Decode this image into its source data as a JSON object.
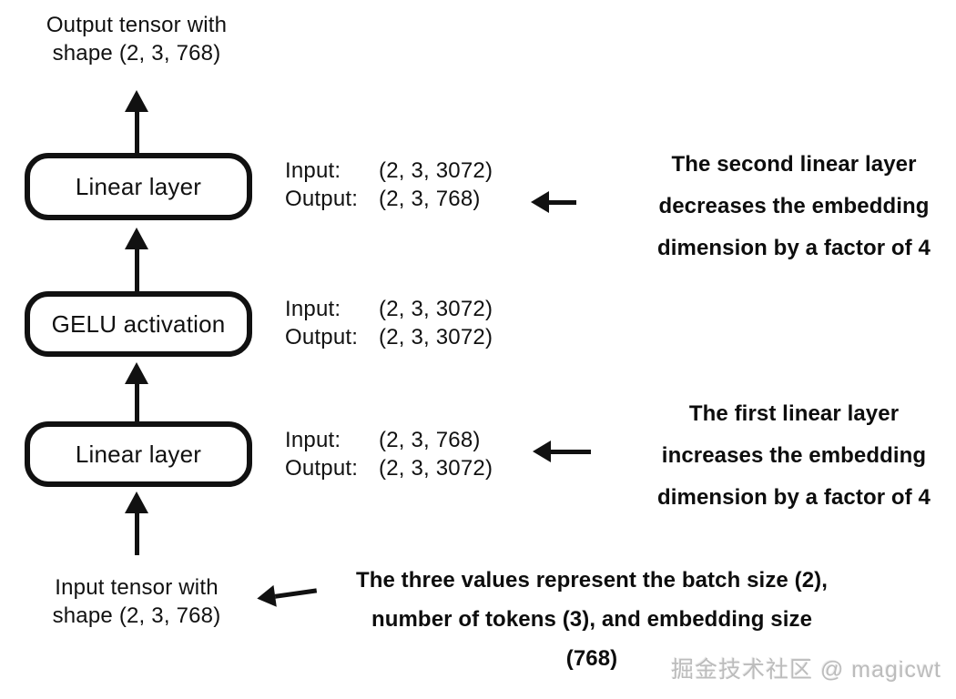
{
  "colors": {
    "ink": "#111111",
    "background": "#ffffff",
    "watermark_gray": "#bcbcbc"
  },
  "flow": {
    "output_tensor": {
      "line1": "Output tensor with",
      "line2": "shape (2, 3, 768)"
    },
    "input_tensor": {
      "line1": "Input tensor with",
      "line2": "shape (2, 3, 768)"
    },
    "boxes": [
      {
        "label": "Linear layer"
      },
      {
        "label": "GELU activation"
      },
      {
        "label": "Linear layer"
      }
    ]
  },
  "shapes": {
    "rows": [
      {
        "input_label": "Input:",
        "input_value": "(2, 3, 3072)",
        "output_label": "Output:",
        "output_value": "(2, 3, 768)"
      },
      {
        "input_label": "Input:",
        "input_value": "(2, 3, 3072)",
        "output_label": "Output:",
        "output_value": "(2, 3, 3072)"
      },
      {
        "input_label": "Input:",
        "input_value": "(2, 3, 768)",
        "output_label": "Output:",
        "output_value": "(2, 3, 3072)"
      }
    ]
  },
  "annotations": {
    "second_linear": {
      "lines": [
        "The second linear layer",
        "decreases the embedding",
        "dimension by a factor of 4"
      ]
    },
    "first_linear": {
      "lines": [
        "The first linear layer",
        "increases the embedding",
        "dimension by a factor of 4"
      ]
    },
    "batch_explanation": {
      "lines": [
        "The three values represent the batch size (2),",
        "number of tokens (3), and embedding size",
        "(768)"
      ]
    }
  },
  "watermark": {
    "text": "掘金技术社区 @ magicwt"
  }
}
